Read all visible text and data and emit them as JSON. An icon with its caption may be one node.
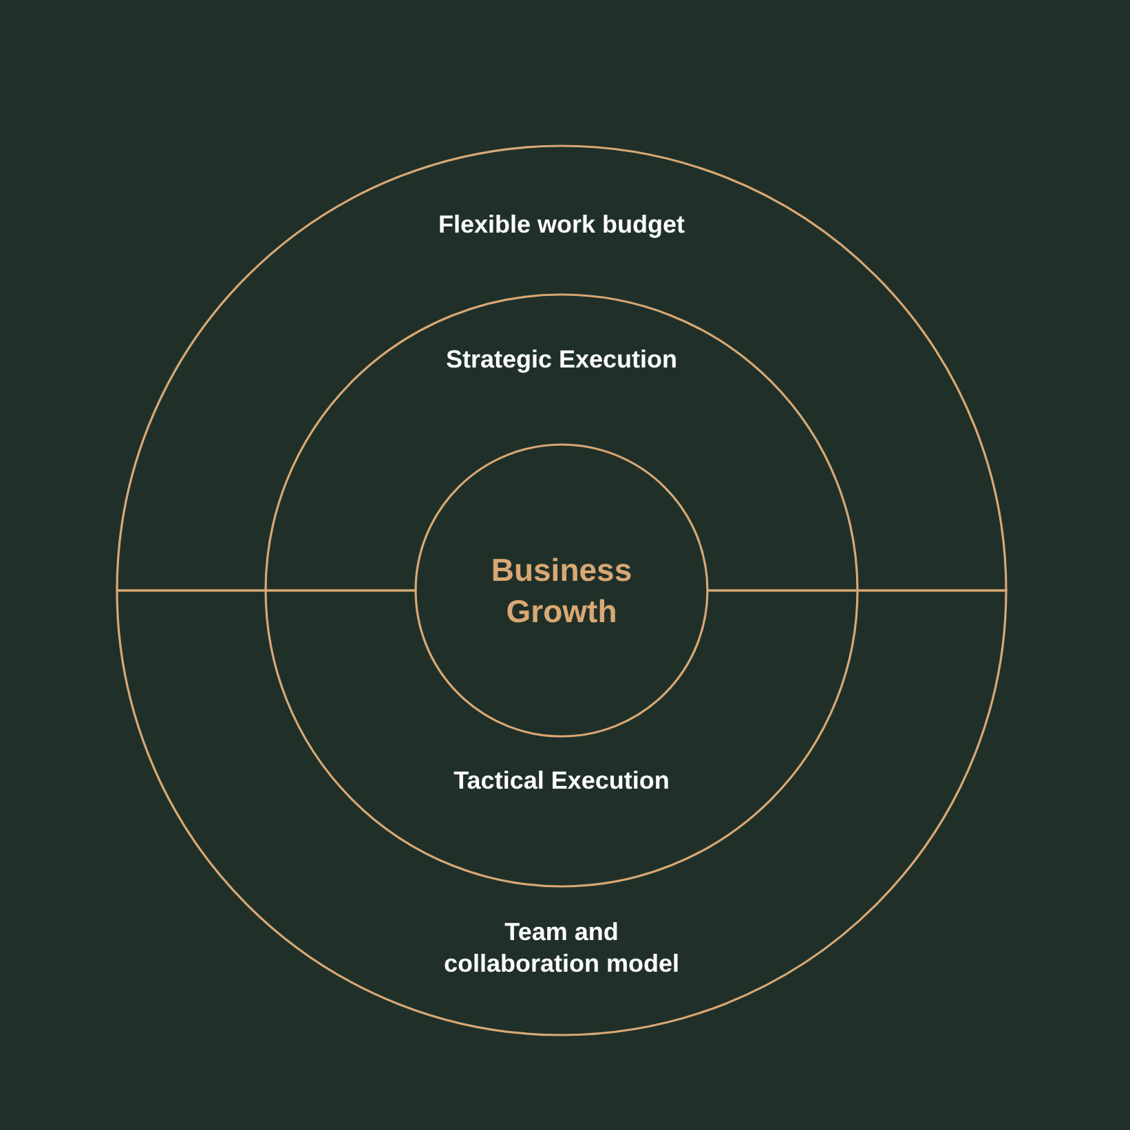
{
  "diagram": {
    "nodes": [
      {
        "text": [
          "Flexible work budget"
        ]
      },
      {
        "text": [
          "Strategic Execution"
        ],
        "in": 0
      },
      {
        "text": [
          "Business Growth"
        ]
      },
      {
        "text": [
          "Tactical Execution"
        ],
        "in": 4
      },
      {
        "text": [
          "Team and collaboration model"
        ]
      }
    ]
  }
}
